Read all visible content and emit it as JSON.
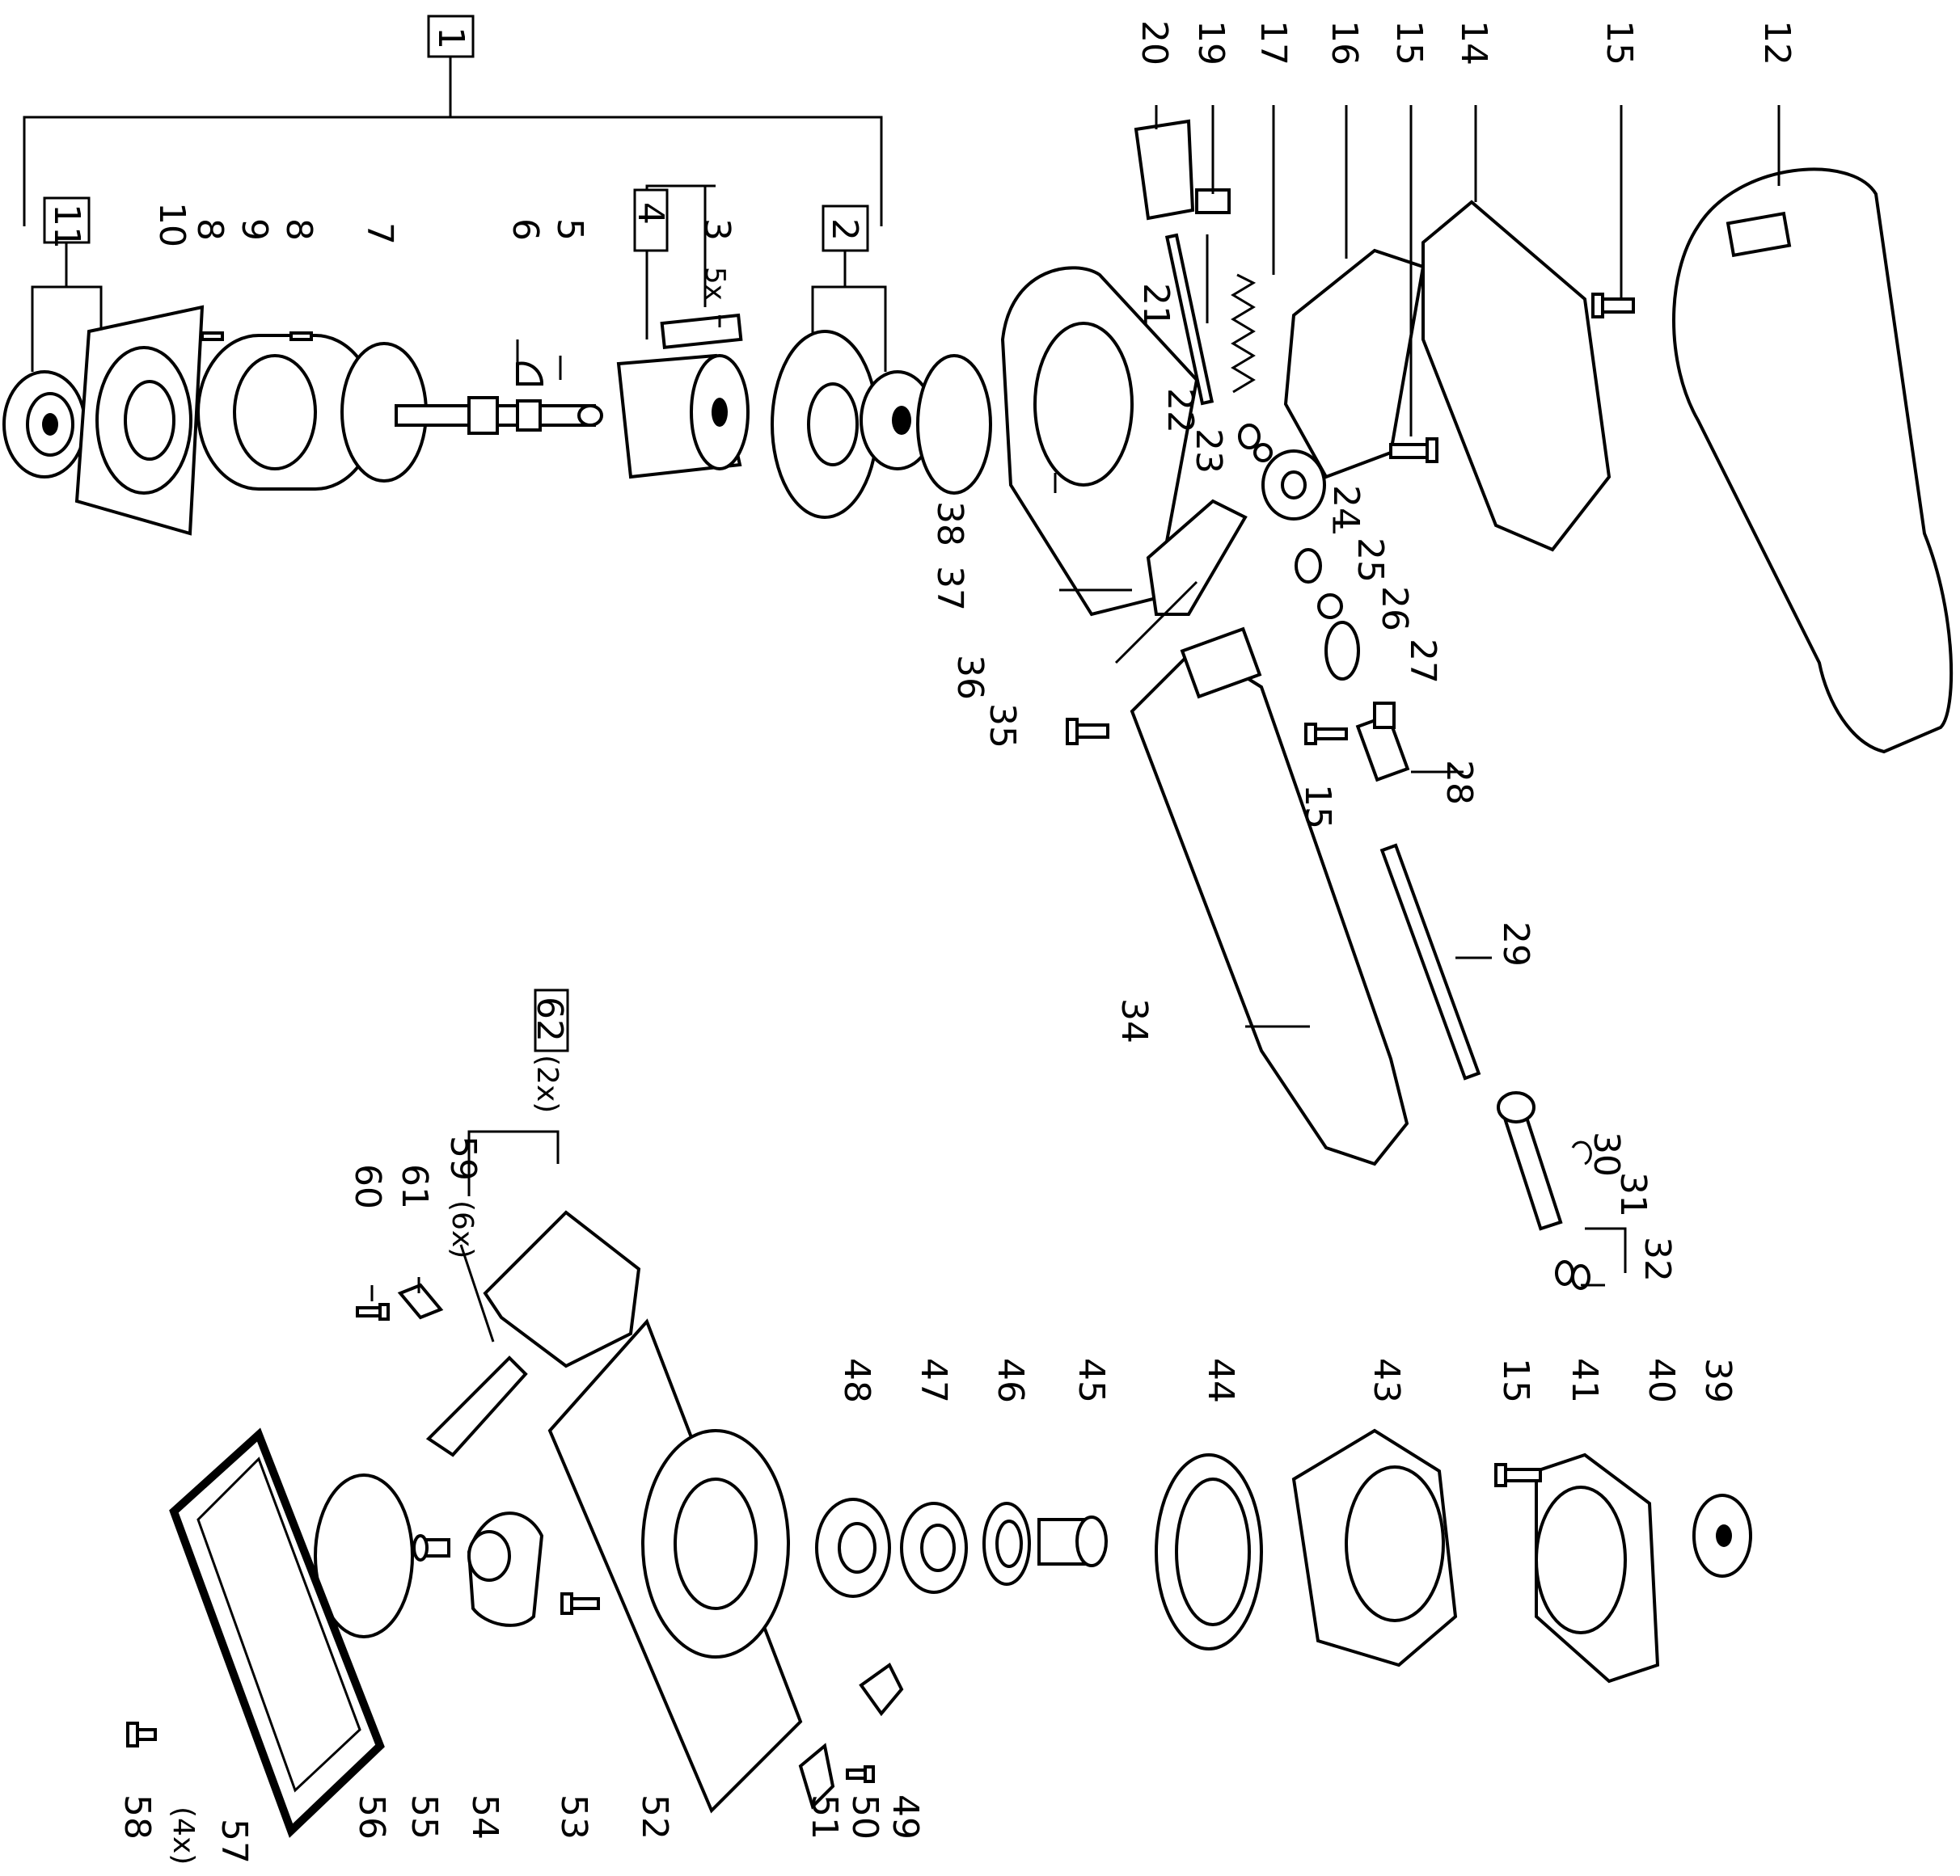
{
  "diagram": {
    "type": "exploded-parts-view",
    "labels": {
      "p1": "1",
      "p2": "2",
      "p3": "3",
      "p3qty": "5x",
      "p4": "4",
      "p5": "5",
      "p6": "6",
      "p7": "7",
      "p8a": "8",
      "p8b": "8",
      "p9": "9",
      "p10": "10",
      "p11": "11",
      "p12": "12",
      "p14": "14",
      "p15a": "15",
      "p15b": "15",
      "p15c": "15",
      "p15d": "15",
      "p16": "16",
      "p17": "17",
      "p19": "19",
      "p20": "20",
      "p21": "21",
      "p22": "22",
      "p23": "23",
      "p24": "24",
      "p25": "25",
      "p26": "26",
      "p27": "27",
      "p28": "28",
      "p29": "29",
      "p30": "30",
      "p31": "31",
      "p32": "32",
      "p34": "34",
      "p35": "35",
      "p36": "36",
      "p37": "37",
      "p38": "38",
      "p39": "39",
      "p40": "40",
      "p41": "41",
      "p43": "43",
      "p44": "44",
      "p45": "45",
      "p46": "46",
      "p47": "47",
      "p48": "48",
      "p49": "49",
      "p50": "50",
      "p51": "51",
      "p52": "52",
      "p53": "53",
      "p54": "54",
      "p55": "55",
      "p56": "56",
      "p57": "57",
      "p57qty": "(4x)",
      "p58": "58",
      "p59": "59",
      "p59qty": "(6x)",
      "p60": "60",
      "p61": "61",
      "p62": "62",
      "p62qty": "(2x)"
    }
  }
}
